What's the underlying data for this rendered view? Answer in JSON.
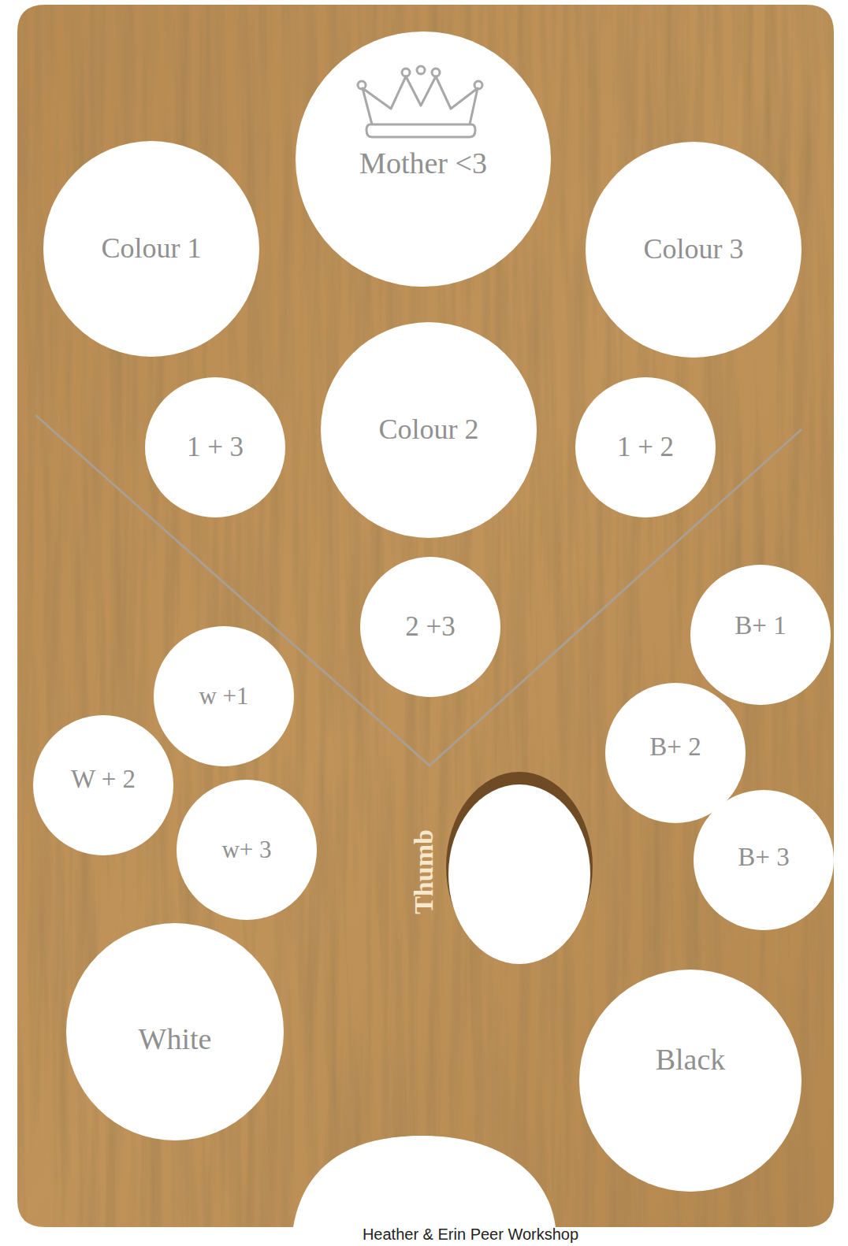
{
  "diagram": {
    "caption": "Heather & Erin Peer Workshop",
    "nodes": [
      {
        "text": [
          "Mother <3"
        ]
      },
      {
        "text": [
          "Colour 1"
        ]
      },
      {
        "text": [
          "Colour 3"
        ]
      },
      {
        "text": [
          "1 + 3"
        ]
      },
      {
        "text": [
          "Colour 2"
        ]
      },
      {
        "text": [
          "1 + 2"
        ]
      },
      {
        "text": [
          "2 +3"
        ]
      },
      {
        "text": [
          "B+ 1"
        ]
      },
      {
        "text": [
          "w +1"
        ]
      },
      {
        "text": [
          "B+ 2"
        ]
      },
      {
        "text": [
          "W + 2"
        ]
      },
      {
        "text": [
          "w+ 3"
        ]
      },
      {
        "text": [
          "B+ 3"
        ]
      },
      {
        "text": [
          "White"
        ]
      },
      {
        "text": [
          "Black"
        ]
      }
    ],
    "labels": [
      "Thumb"
    ]
  }
}
